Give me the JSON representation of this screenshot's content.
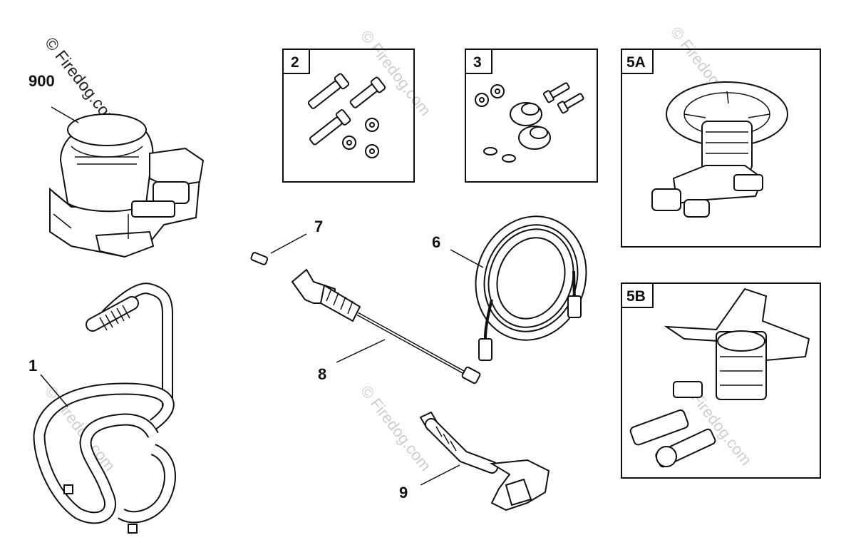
{
  "copyright": "© Firedog.com",
  "watermark": "© Firedog.com",
  "parts": {
    "engine": "900",
    "handle": "1",
    "kit_2": "2",
    "kit_3": "3",
    "pump_5a": "5A",
    "pump_5b": "5B",
    "hose": "6",
    "nozzle": "7",
    "wand": "8",
    "gun": "9"
  }
}
